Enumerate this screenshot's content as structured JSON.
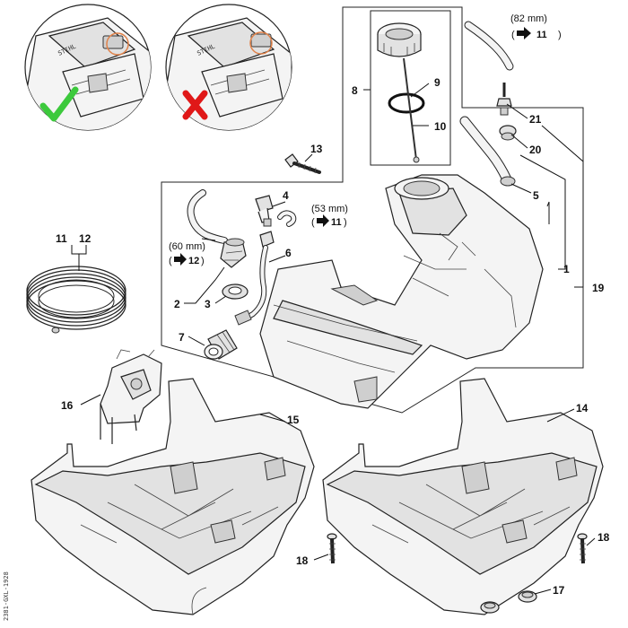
{
  "labels": {
    "p1": "1",
    "p2": "2",
    "p3": "3",
    "p4": "4",
    "p5": "5",
    "p6": "6",
    "p7": "7",
    "p8": "8",
    "p9": "9",
    "p10": "10",
    "p11": "11",
    "p12": "12",
    "p13": "13",
    "p14": "14",
    "p15": "15",
    "p16": "16",
    "p17": "17",
    "p18a": "18",
    "p18b": "18",
    "p19": "19",
    "p20": "20",
    "p21": "21"
  },
  "notes": {
    "len82": "(82 mm)",
    "ref82": "11",
    "ref82_close": ")",
    "len53": "(53 mm)",
    "ref53": "11",
    "len60": "(60 mm)",
    "ref60": "12"
  },
  "side_code": "2381-GXL-1928",
  "colors": {
    "check": "#3cc93c",
    "cross": "#e01818",
    "highlight": "#e0824a"
  },
  "icons": {
    "ok": "checkmark-icon",
    "wrong": "cross-icon"
  }
}
